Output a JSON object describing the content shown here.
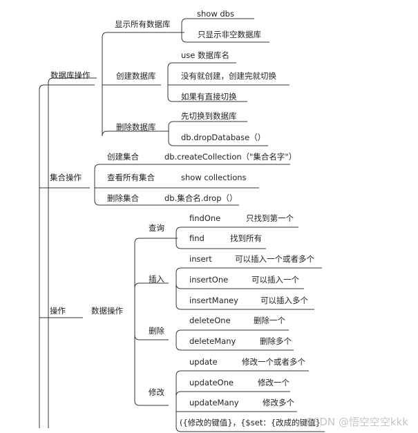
{
  "mindmap": {
    "level1": {
      "database_ops": "数据库操作",
      "collection_ops": "集合操作",
      "operations": "操作"
    },
    "database": {
      "show_all": "显示所有数据库",
      "show_dbs": "show dbs",
      "show_nonempty": "只显示非空数据库",
      "create": "创建数据库",
      "use_db": "use 数据库名",
      "create_note": "没有就创建，创建完就切换",
      "switch_note": "如果有直接切换",
      "delete": "删除数据库",
      "switch_first": "先切换到数据库",
      "drop_database": "db.dropDatabase（）"
    },
    "collection": {
      "create": "创建集合",
      "create_cmd": "db.createCollection（\"集合名字\"）",
      "show_all": "查看所有集合",
      "show_cmd": "show collections",
      "delete": "删除集合",
      "drop_cmd": "db.集合名.drop（）"
    },
    "data_ops": {
      "label": "数据操作",
      "query": "查询",
      "find_one": "findOne",
      "find_one_desc": "只找到第一个",
      "find": "find",
      "find_desc": "找到所有",
      "insert": "插入",
      "insert_cmd": "insert",
      "insert_desc": "可以插入一个或者多个",
      "insert_one": "insertOne",
      "insert_one_desc": "可以插入一个",
      "insert_many": "insertManey",
      "insert_many_desc": "可以插入多个",
      "delete": "删除",
      "delete_one": "deleteOne",
      "delete_one_desc": "删除一个",
      "delete_many": "deleteMany",
      "delete_many_desc": "删除多个",
      "update": "修改",
      "update_cmd": "update",
      "update_desc": "修改一个或者多个",
      "update_one": "updateOne",
      "update_one_desc": "修改一个",
      "update_many": "updateMany",
      "update_many_desc": "修改多个",
      "update_syntax": "({修改的键值}，{$set：{改成的键值}"
    }
  },
  "watermark": "CSDN @悟空空空kkk"
}
